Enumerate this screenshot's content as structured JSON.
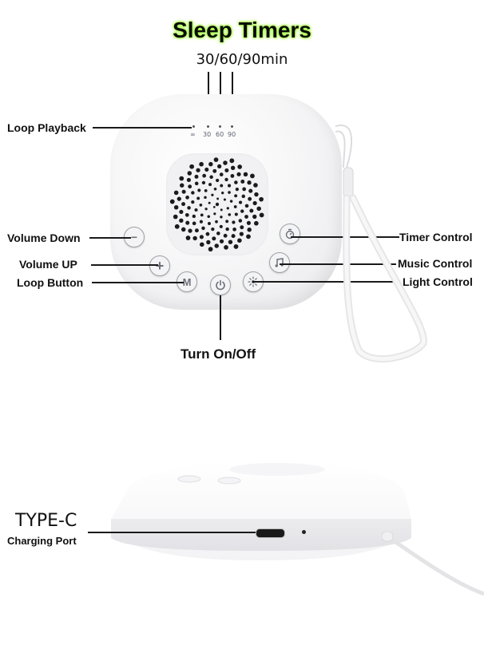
{
  "title": "Sleep Timers",
  "subtitle": "30/60/90min",
  "indicators": {
    "loop_symbol": "∞",
    "timers": [
      "30",
      "60",
      "90"
    ]
  },
  "callouts": {
    "loop_playback": "Loop Playback",
    "volume_down": "Volume Down",
    "volume_up": "Volume UP",
    "loop_button": "Loop Button",
    "timer_control": "Timer Control",
    "music_control": "Music Control",
    "light_control": "Light Control",
    "turn_on_off": "Turn On/Off"
  },
  "buttons": {
    "volume_down_glyph": "−",
    "volume_up_glyph": "+",
    "loop_glyph": "M",
    "power_icon": "power-icon",
    "light_icon": "sun-icon",
    "music_icon": "music-note-icon",
    "timer_icon": "timer-icon"
  },
  "bottom": {
    "port_type": "TYPE-C",
    "port_label": "Charging Port"
  },
  "colors": {
    "title_glow": "#9dff33",
    "device_white": "#f5f5f7",
    "button_gray": "#6b6f78"
  }
}
